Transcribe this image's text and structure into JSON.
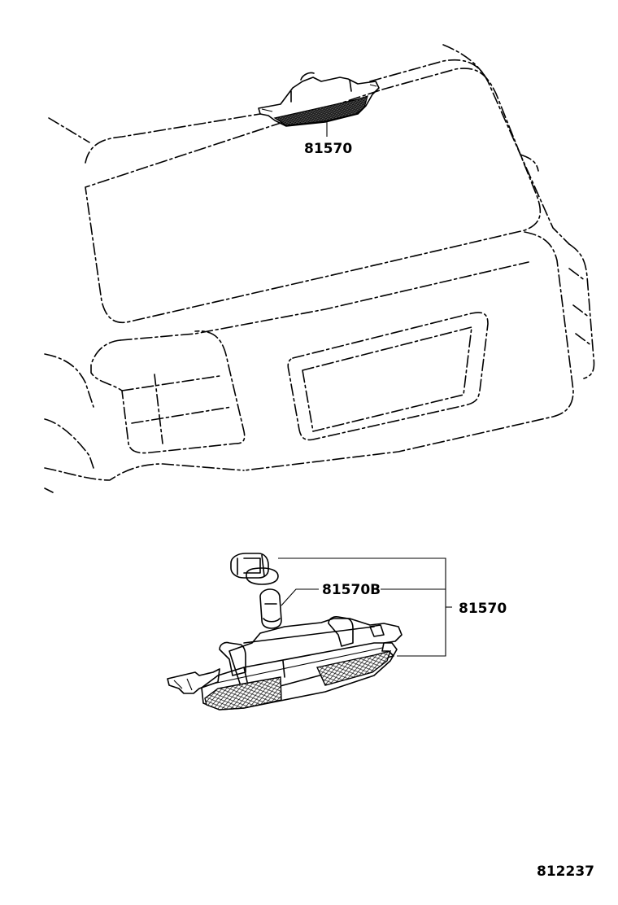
{
  "labels": {
    "top_part": "81570",
    "bulb": "81570B",
    "assembly": "81570",
    "figure_id": "812237"
  }
}
